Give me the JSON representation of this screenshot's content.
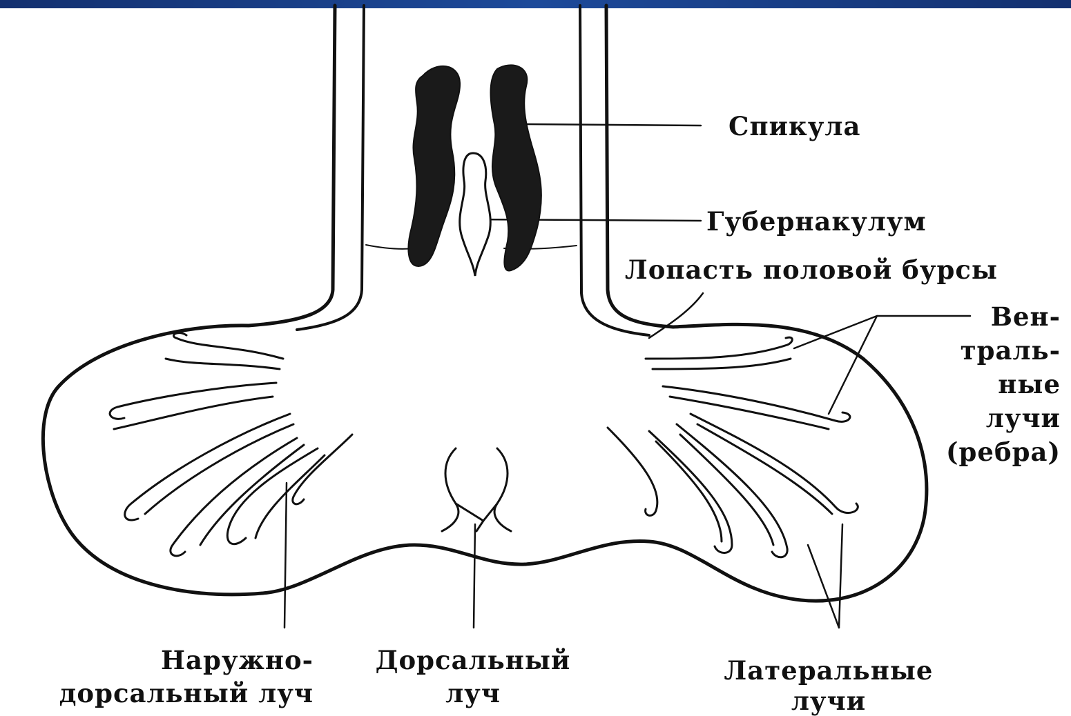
{
  "labels": {
    "spicule": "Спикула",
    "gubernaculum": "Губернакулум",
    "bursa_lobe": "Лопасть половой бурсы",
    "ventral_rays": [
      "Вен-",
      "траль-",
      "ные",
      "лучи",
      "(ребра)"
    ],
    "externodorsal_ray": [
      "Наружно-",
      "дорсальный луч"
    ],
    "dorsal_ray": [
      "Дорсальный",
      "луч"
    ],
    "lateral_rays": [
      "Латеральные",
      "лучи"
    ]
  }
}
